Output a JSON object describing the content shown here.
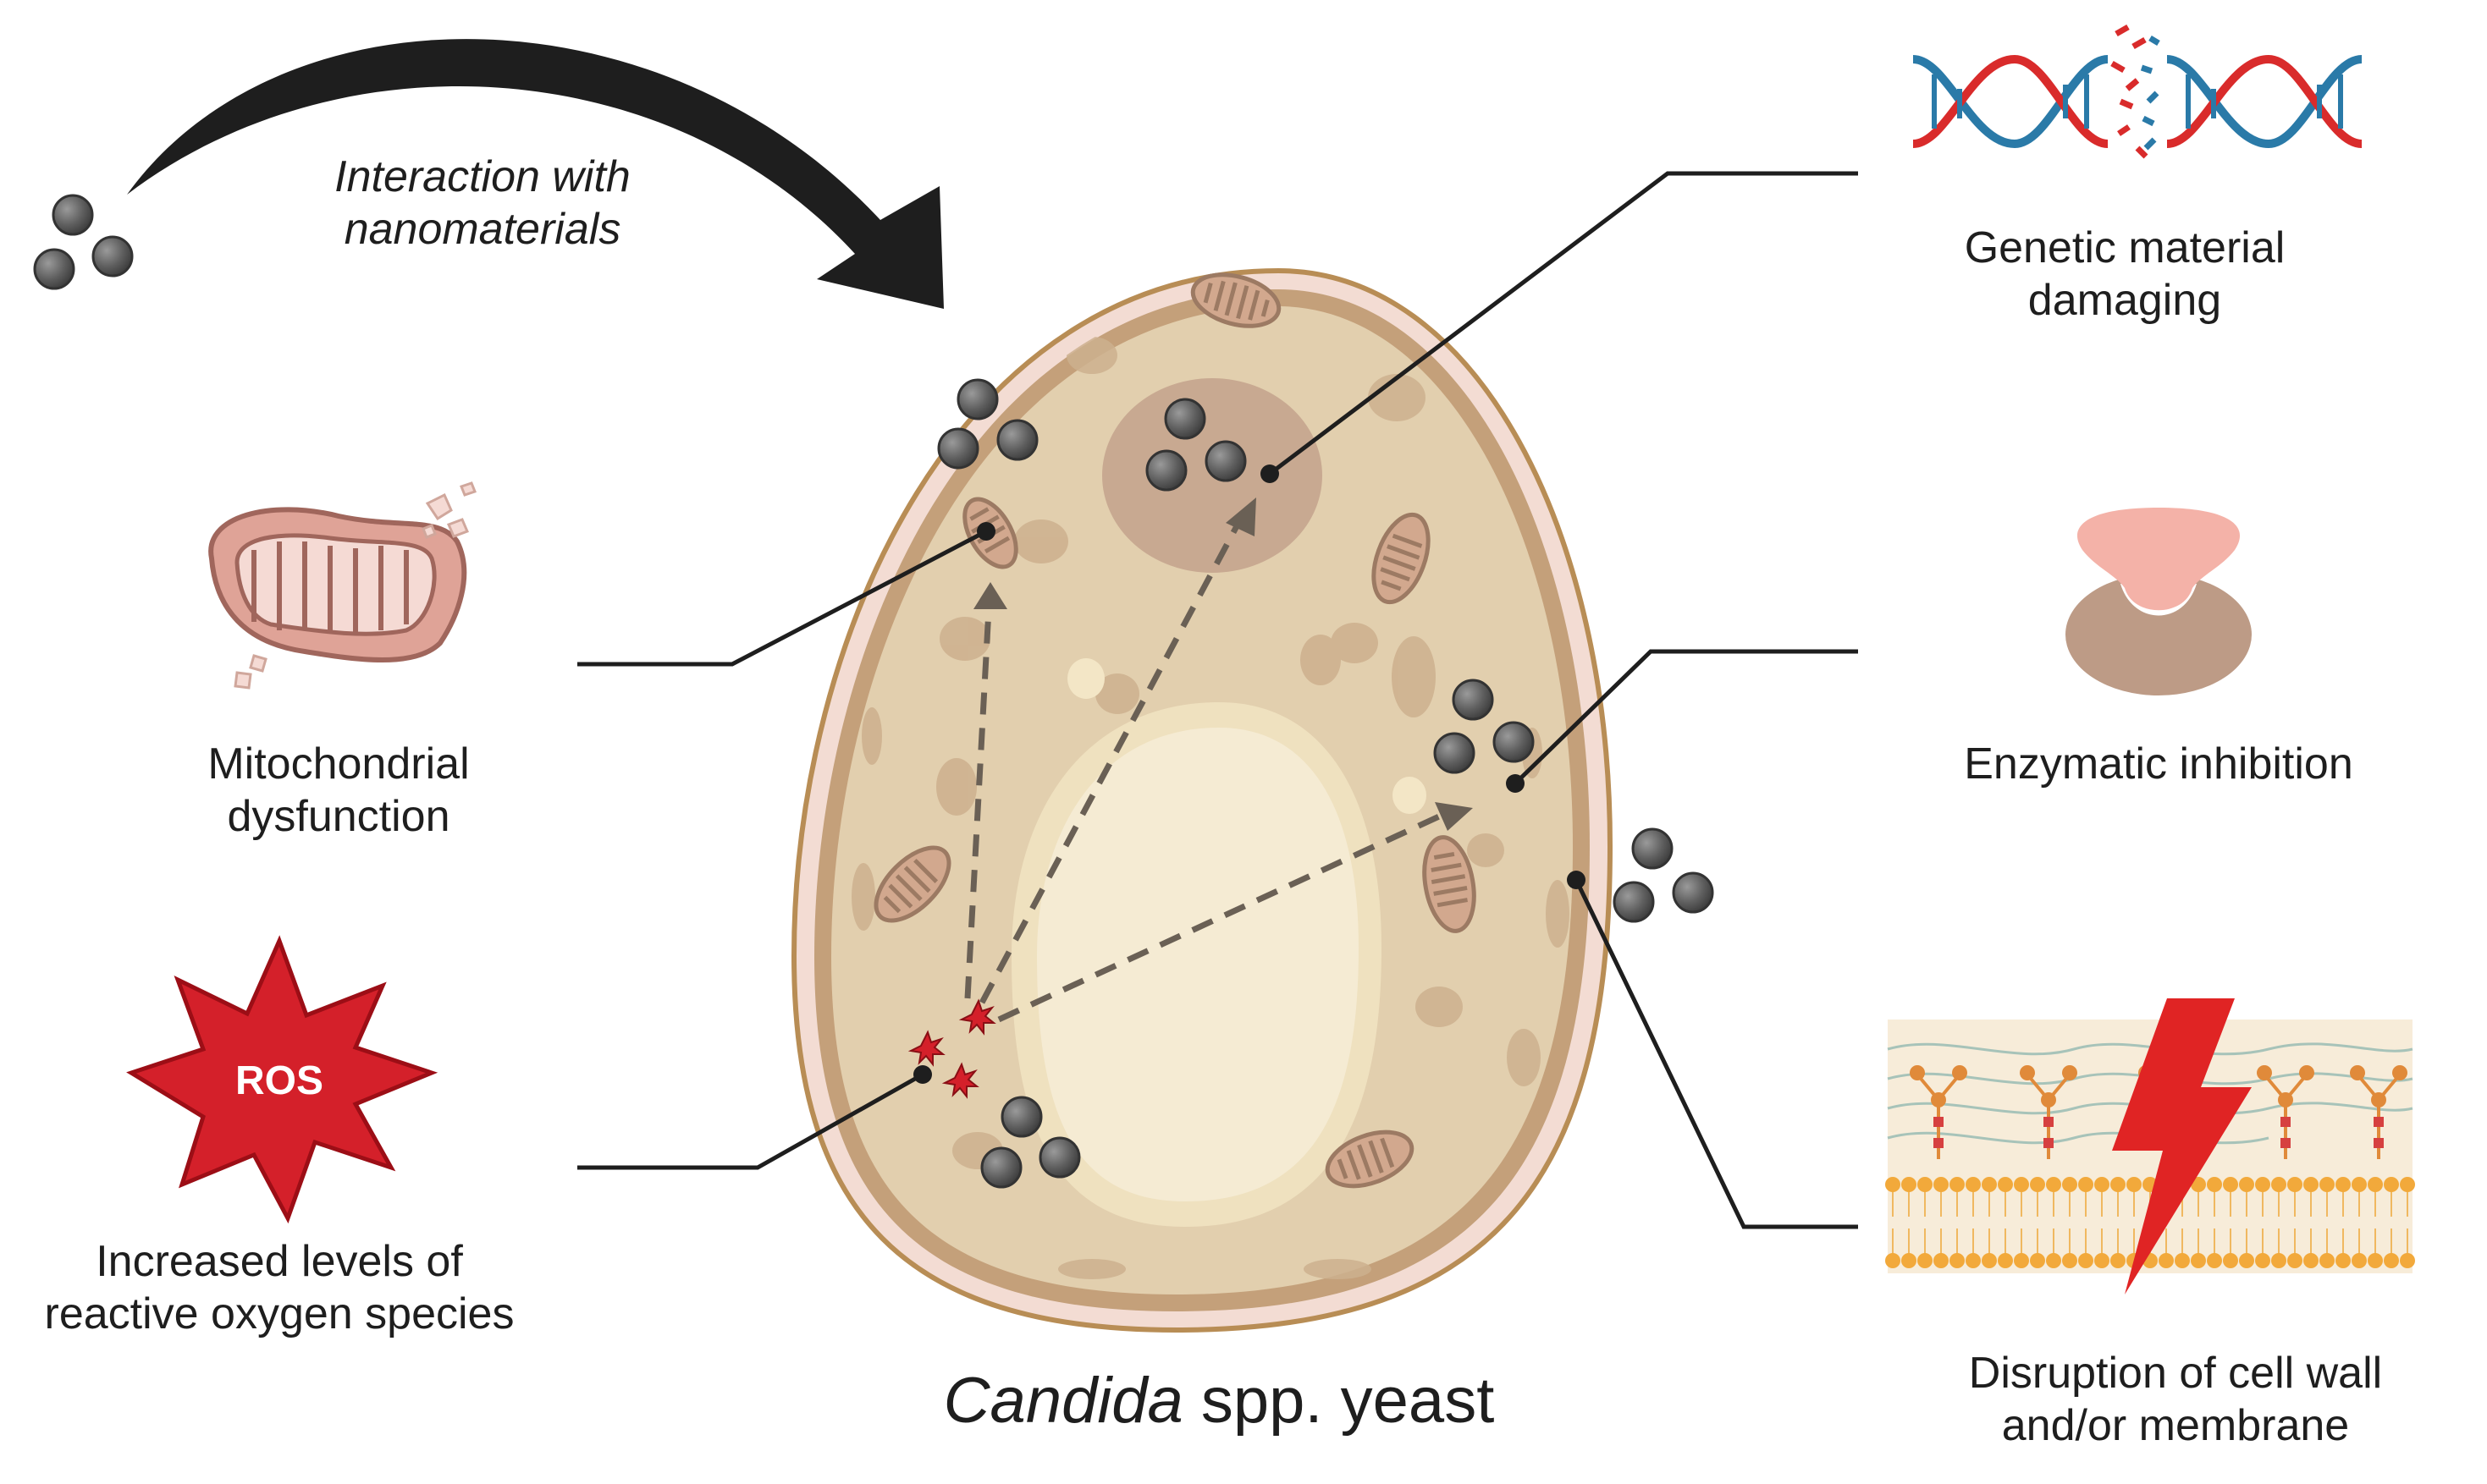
{
  "labels": {
    "interaction": [
      "Interaction with",
      "nanomaterials"
    ],
    "genetic": [
      "Genetic material",
      "damaging"
    ],
    "mitochondrial": [
      "Mitochondrial",
      "dysfunction"
    ],
    "enzymatic": "Enzymatic inhibition",
    "ros": [
      "Increased levels of",
      "reactive oxygen species"
    ],
    "cell_wall": [
      "Disruption of cell wall",
      "and/or membrane"
    ],
    "ros_badge": "ROS"
  },
  "title": {
    "genus": "Candida",
    "rest": " spp. yeast"
  },
  "colors": {
    "cell_fill": "#e2cfae",
    "cell_wall": "#b88d55",
    "membrane_band": "#f3dcd3",
    "nucleus": "#c8a991",
    "vacuole": "#f2e6c9",
    "nanoparticle": "#5e5e5e",
    "ros_red": "#d4202a",
    "dna_red": "#d92b2b",
    "dna_blue": "#2a7aa8",
    "enzyme_pink": "#f4b2a8",
    "enzyme_brown": "#bd9b86",
    "arrow": "#1e1e1e"
  }
}
